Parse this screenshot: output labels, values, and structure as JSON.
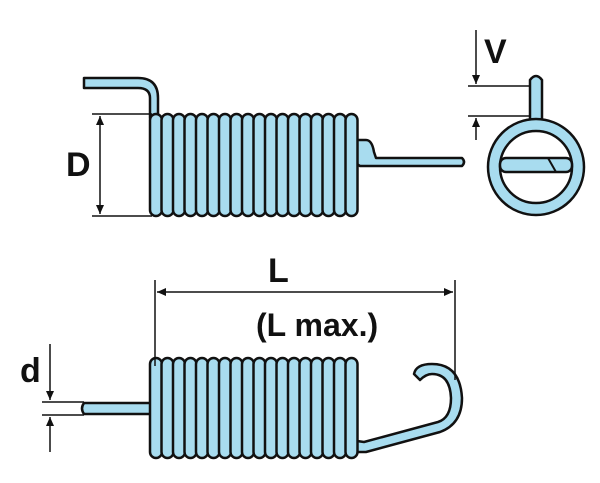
{
  "labels": {
    "D": "D",
    "V": "V",
    "L": "L",
    "L_max": "(L max.)",
    "d": "d"
  },
  "colors": {
    "spring_fill": "#a8dcef",
    "outline": "#111111",
    "dimension_line": "#111111",
    "background": "#ffffff"
  }
}
